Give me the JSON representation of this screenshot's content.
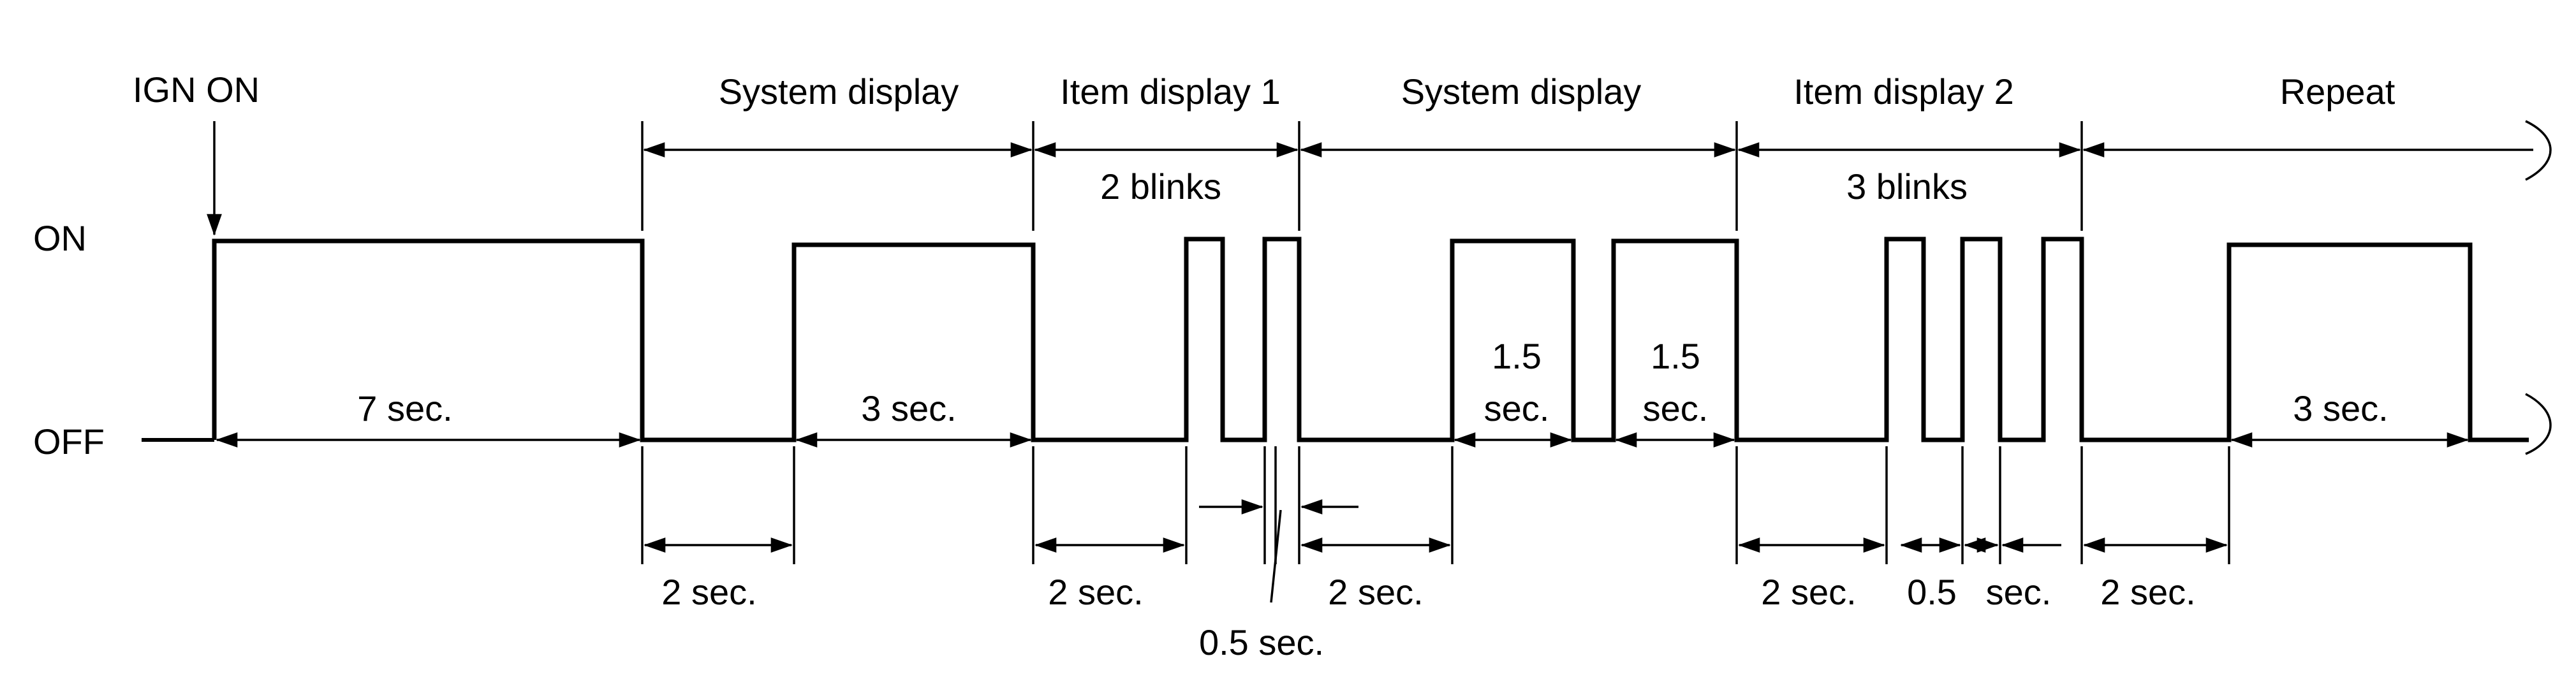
{
  "signal_levels": {
    "on": "ON",
    "off": "OFF"
  },
  "event_label": "IGN ON",
  "phases": [
    {
      "label": "System display"
    },
    {
      "label": "Item display 1",
      "note": "2 blinks"
    },
    {
      "label": "System display"
    },
    {
      "label": "Item display 2",
      "note": "3 blinks"
    },
    {
      "label": "Repeat"
    }
  ],
  "durations": {
    "initial_on": "7 sec.",
    "system_on_1": "3 sec.",
    "blink_on_1a": "1.5",
    "blink_on_1b": "sec.",
    "blink_on_2a": "1.5",
    "blink_on_2b": "sec.",
    "repeat_on": "3 sec.",
    "gap_1": "2 sec.",
    "gap_2": "2 sec.",
    "gap_3": "2 sec.",
    "gap_4": "2 sec.",
    "gap_5": "2 sec.",
    "blink_gap_1": "0.5 sec.",
    "blink_gap_2a": "0.5",
    "blink_gap_2b": "sec."
  },
  "colors": {
    "line": "#000000",
    "background": "#ffffff"
  }
}
